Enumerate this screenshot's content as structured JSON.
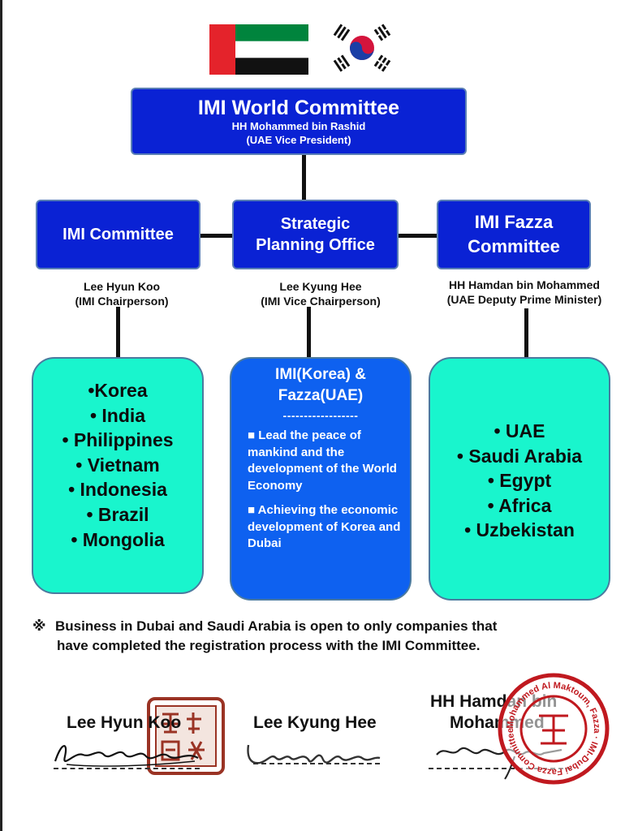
{
  "top": {
    "title": "IMI World Committee",
    "subtitle_line1": "HH Mohammed bin Rashid",
    "subtitle_line2": "(UAE Vice President)"
  },
  "committees": [
    {
      "label": "IMI Committee",
      "caption_line1": "Lee Hyun Koo",
      "caption_line2": "(IMI Chairperson)"
    },
    {
      "label_line1": "Strategic",
      "label_line2": "Planning Office",
      "caption_line1": "Lee Kyung Hee",
      "caption_line2": "(IMI Vice Chairperson)"
    },
    {
      "label_line1": "IMI Fazza",
      "label_line2": "Committee",
      "caption_line1": "HH Hamdan bin Mohammed",
      "caption_line2": "(UAE Deputy Prime Minister)"
    }
  ],
  "left_countries": [
    "•Korea",
    "• India",
    "• Philippines",
    "• Vietnam",
    "• Indonesia",
    "• Brazil",
    "• Mongolia"
  ],
  "right_countries": [
    "• UAE",
    "• Saudi Arabia",
    "• Egypt",
    "• Africa",
    "• Uzbekistan"
  ],
  "center": {
    "title_line1": "IMI(Korea) &",
    "title_line2": "Fazza(UAE)",
    "separator": "------------------",
    "bullets": [
      "■ Lead the peace of mankind and the development of the World Economy",
      "■ Achieving the economic development of Korea and Dubai"
    ]
  },
  "note": {
    "mark": "※",
    "line1": "Business in Dubai and Saudi Arabia is open to only companies that",
    "line2": "have completed the registration process with the IMI Committee."
  },
  "signatures": [
    {
      "name": "Lee Hyun Koo"
    },
    {
      "name": "Lee Kyung Hee"
    },
    {
      "name_line1": "HH Hamdan bin",
      "name_line2": "Mohammed"
    }
  ],
  "seal_text": "Mohammed Al Maktoum, Fazza · IMI-Dubai Fazza Committee",
  "colors": {
    "box_blue": "#0a22d4",
    "center_blue": "#0e61f0",
    "green": "#19f5cd",
    "seal_red": "#c0191f",
    "stamp_brown": "#9a3324"
  },
  "icons": [
    "uae-flag-icon",
    "korea-flag-icon",
    "reference-mark-icon",
    "official-seal-icon",
    "signature-stamp-icon"
  ]
}
